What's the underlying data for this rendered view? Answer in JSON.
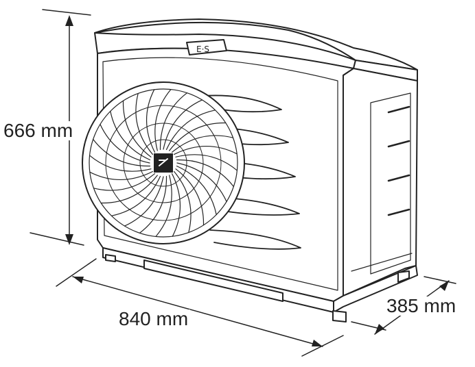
{
  "diagram": {
    "dimensions": {
      "height": "666 mm",
      "width": "840 mm",
      "depth": "385 mm"
    }
  },
  "colors": {
    "line": "#222222",
    "background": "#ffffff"
  }
}
